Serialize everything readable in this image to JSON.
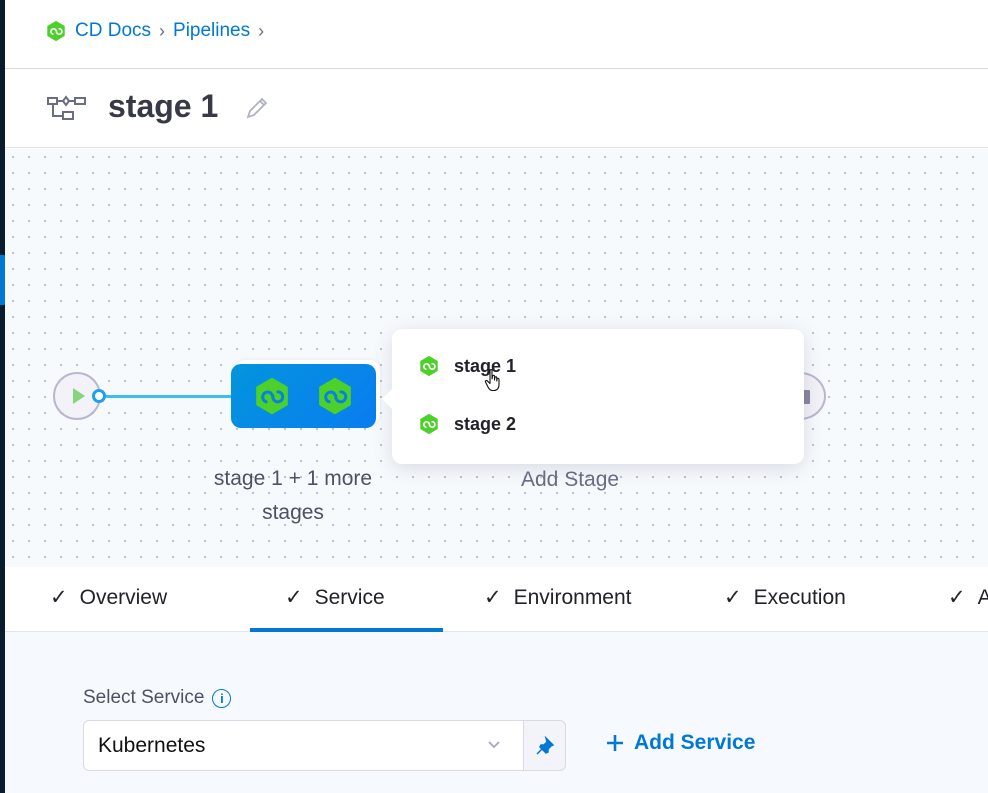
{
  "breadcrumb": {
    "items": [
      "CD Docs",
      "Pipelines"
    ]
  },
  "header": {
    "title": "stage 1"
  },
  "pipeline": {
    "group_label": "stage 1 + 1 more stages",
    "add_stage_label": "Add Stage",
    "popover_items": [
      {
        "label": "stage 1"
      },
      {
        "label": "stage 2"
      }
    ]
  },
  "tabs": [
    {
      "label": "Overview",
      "completed": true
    },
    {
      "label": "Service",
      "completed": true,
      "active": true
    },
    {
      "label": "Environment",
      "completed": true
    },
    {
      "label": "Execution",
      "completed": true
    },
    {
      "label": "A",
      "completed": true
    }
  ],
  "service": {
    "label": "Select Service",
    "selected": "Kubernetes",
    "add_label": "Add Service"
  },
  "colors": {
    "accent": "#0278d5",
    "stage_node": "#0a7cf0",
    "cd_green": "#4bd12a"
  }
}
